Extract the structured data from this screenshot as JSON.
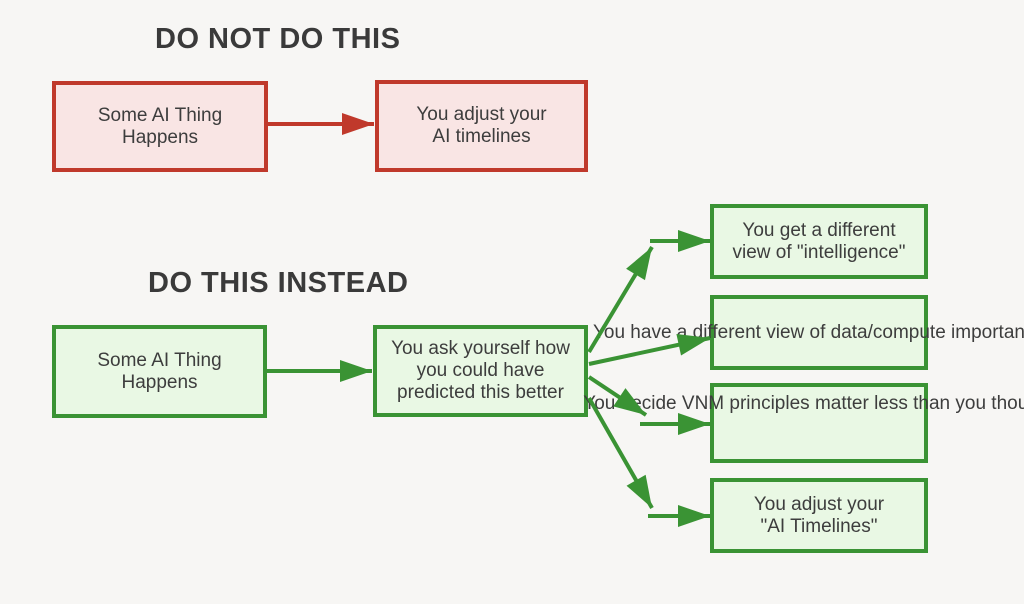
{
  "colors": {
    "background": "#f7f6f4",
    "red-border": "#c0392b",
    "red-fill": "#f9e5e4",
    "green-border": "#3a9334",
    "green-fill": "#e9f8e4",
    "title-text": "#3a3a3a",
    "body-text": "#3d3d3d"
  },
  "bad_flow": {
    "title": "DO NOT DO THIS",
    "source_box": "Some AI Thing\nHappens",
    "result_box": "You adjust your\nAI timelines"
  },
  "good_flow": {
    "title": "DO THIS INSTEAD",
    "source_box": "Some AI Thing\nHappens",
    "middle_box": "You ask yourself how\nyou could have\npredicted this better",
    "outcomes": [
      "You get a different\nview of \"intelligence\"",
      "You have a different view\nof data/compute importance",
      "You decide VNM principles\nmatter less than you thought",
      "You adjust your\n\"AI Timelines\""
    ]
  }
}
